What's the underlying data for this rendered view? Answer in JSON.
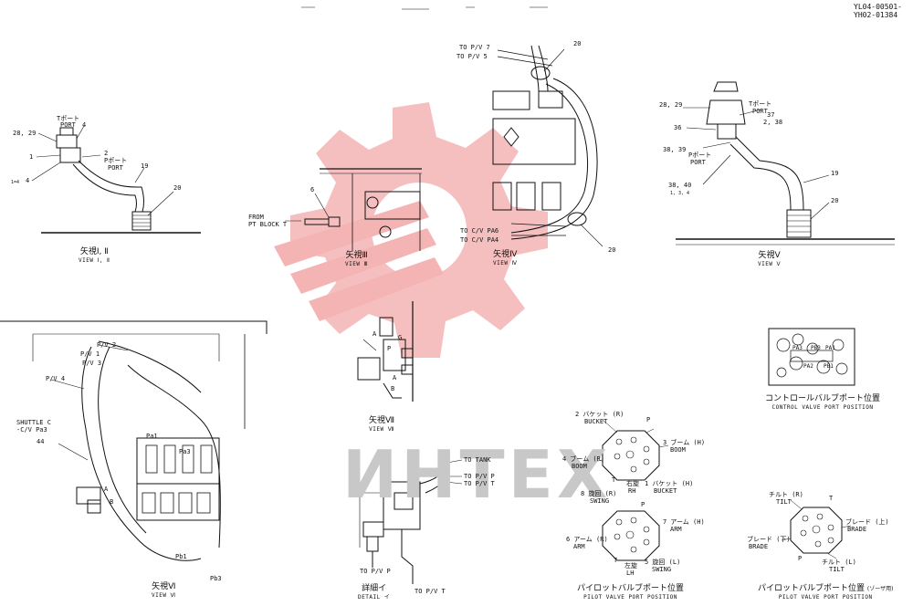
{
  "document": {
    "doc_number_1": "YL04-00501-",
    "doc_number_2": "YH02-01384"
  },
  "watermark": {
    "text": "ИНТЕХ",
    "color": "#f2a8a8"
  },
  "views": {
    "view_1_2": {
      "caption_jp": "矢視Ⅰ, Ⅱ",
      "caption_en": "VIEW Ⅰ, Ⅱ",
      "labels": [
        "Tポート",
        "PORT",
        "28, 29",
        "4",
        "1",
        "2",
        "Pポート",
        "PORT",
        "19",
        "1=4",
        "4",
        "20"
      ]
    },
    "view_3": {
      "caption_jp": "矢視Ⅲ",
      "caption_en": "VIEW Ⅲ",
      "labels": [
        "FROM",
        "PT BLOCK T",
        "6"
      ]
    },
    "view_4": {
      "caption_jp": "矢視Ⅳ",
      "caption_en": "VIEW Ⅳ",
      "labels": [
        "TO P/V 7",
        "TO P/V 5",
        "20",
        "TO C/V PA6",
        "TO C/V PA4",
        "20"
      ]
    },
    "view_5": {
      "caption_jp": "矢視Ⅴ",
      "caption_en": "VIEW Ⅴ",
      "labels": [
        "28, 29",
        "Tポート",
        "PORT",
        "37",
        "2, 38",
        "36",
        "38, 39",
        "Pポート",
        "PORT",
        "38, 40",
        "1, 3, 4",
        "19",
        "20"
      ]
    },
    "view_6": {
      "caption_jp": "矢視Ⅵ",
      "caption_en": "VIEW Ⅵ",
      "labels": [
        "P/V 2",
        "P/V 1",
        "P/V 3",
        "P/V 4",
        "SHUTTLE C",
        "-C/V Pa3",
        "44",
        "Pa1",
        "Pa3",
        "A",
        "B",
        "Pb1",
        "Pb3"
      ]
    },
    "view_7": {
      "caption_jp": "矢視Ⅶ",
      "caption_en": "VIEW Ⅶ",
      "labels": [
        "A",
        "P",
        "A",
        "G",
        "B"
      ]
    },
    "detail_i": {
      "caption_jp": "詳細イ",
      "caption_en": "DETAIL イ",
      "labels": [
        "TO TANK",
        "TO P/V P",
        "TO P/V T",
        "TO P/V P",
        "TO P/V T"
      ]
    },
    "control_valve": {
      "caption_jp": "コントロールバルブポート位置",
      "caption_en": "CONTROL VALVE PORT POSITION",
      "labels": [
        "PA3",
        "PB3",
        "PA1",
        "PA2",
        "PB1"
      ]
    },
    "pilot_valve_1": {
      "caption_jp": "パイロットバルブポート位置",
      "caption_en": "PILOT VALVE PORT POSITION",
      "labels": [
        "2 バケット (R)",
        "BUCKET",
        "P",
        "3 ブーム (H)",
        "BOOM",
        "4 ブーム (R)",
        "BOOM",
        "T",
        "右旋",
        "RH",
        "1 バケット (H)",
        "BUCKET",
        "8 旋回 (R)",
        "SWING",
        "P",
        "7 アーム (H)",
        "ARM",
        "6 アーム (R)",
        "ARM",
        "T",
        "左旋",
        "LH",
        "5 旋回 (L)",
        "SWING"
      ]
    },
    "pilot_valve_2": {
      "caption_jp": "パイロットバルブポート位置",
      "caption_suffix": "(ゾーザ用)",
      "caption_en": "PILOT VALVE PORT POSITION",
      "labels": [
        "チルト (R)",
        "TILT",
        "T",
        "ブレード (上)",
        "BRADE",
        "ブレード (下)",
        "BRADE",
        "P",
        "チルト (L)",
        "TILT"
      ]
    }
  }
}
